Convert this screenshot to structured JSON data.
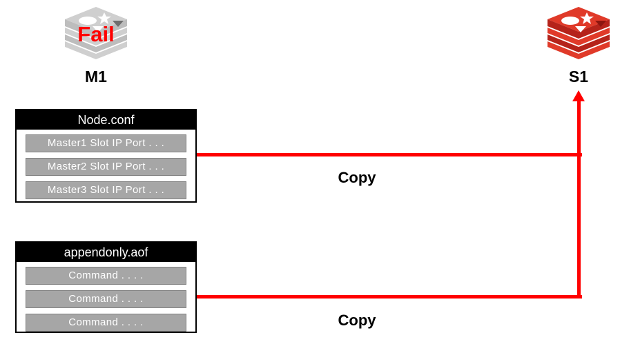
{
  "diagram": {
    "background": "#ffffff",
    "accent_red": "#ff0000",
    "failed_gray": "#bfbfbf"
  },
  "nodes": [
    {
      "id": "master",
      "label": "M1",
      "status_text": "Fail",
      "icon": "redis-logo-gray-icon",
      "state": "failed",
      "color": "#bfbfbf"
    },
    {
      "id": "slave",
      "label": "S1",
      "status_text": "",
      "icon": "redis-logo-red-icon",
      "state": "active",
      "color": "#d82c20"
    }
  ],
  "files": [
    {
      "id": "node-conf",
      "title": "Node.conf",
      "rows": [
        "Master1  Slot IP  Port . . .",
        "Master2  Slot IP  Port . . .",
        "Master3  Slot IP  Port . . ."
      ]
    },
    {
      "id": "appendonly-aof",
      "title": "appendonly.aof",
      "rows": [
        "Command . . . .",
        "Command . . . .",
        "Command . . . ."
      ]
    }
  ],
  "connections": [
    {
      "id": "copy-node-conf",
      "label": "Copy",
      "from": "node-conf",
      "to": "slave"
    },
    {
      "id": "copy-appendonly-aof",
      "label": "Copy",
      "from": "appendonly-aof",
      "to": "slave"
    }
  ]
}
